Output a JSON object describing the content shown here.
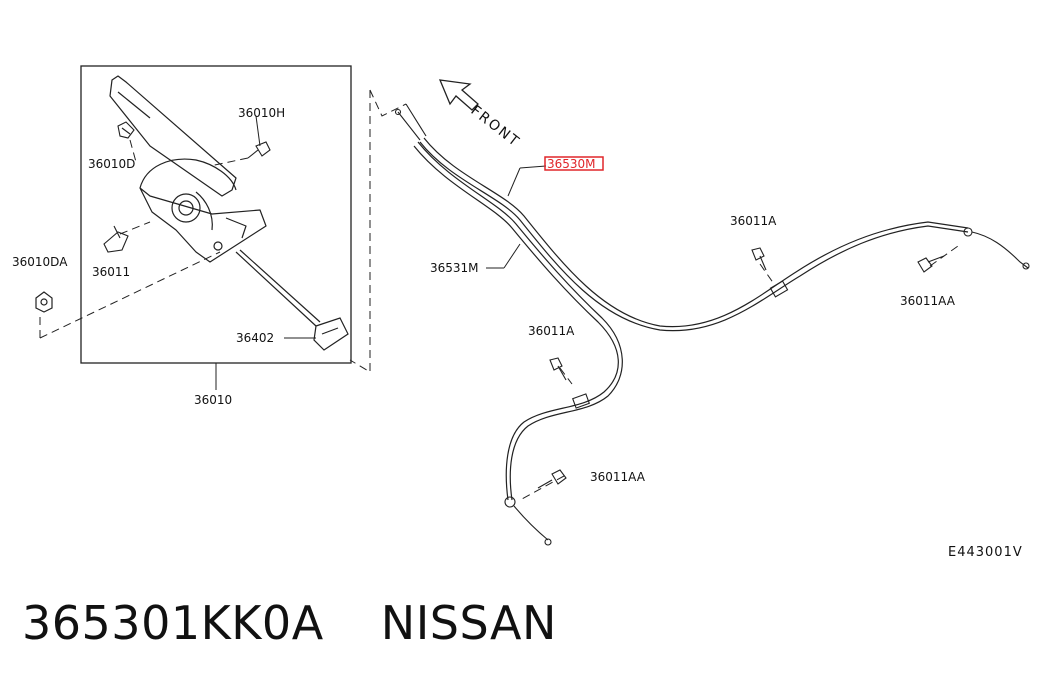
{
  "diagram": {
    "front_label": "FRONT",
    "labels": {
      "p36010H": "36010H",
      "p36010D": "36010D",
      "p36010DA": "36010DA",
      "p36011": "36011",
      "p36402": "36402",
      "p36010": "36010",
      "p36530M": "36530M",
      "p36531M": "36531M",
      "p36011A_upper": "36011A",
      "p36011A_lower": "36011A",
      "p36011AA_right": "36011AA",
      "p36011AA_lower": "36011AA"
    },
    "drawing_code": "E443001V",
    "highlight_color": "#e0262a"
  },
  "caption": {
    "part_number": "365301KK0A",
    "brand": "NISSAN"
  }
}
